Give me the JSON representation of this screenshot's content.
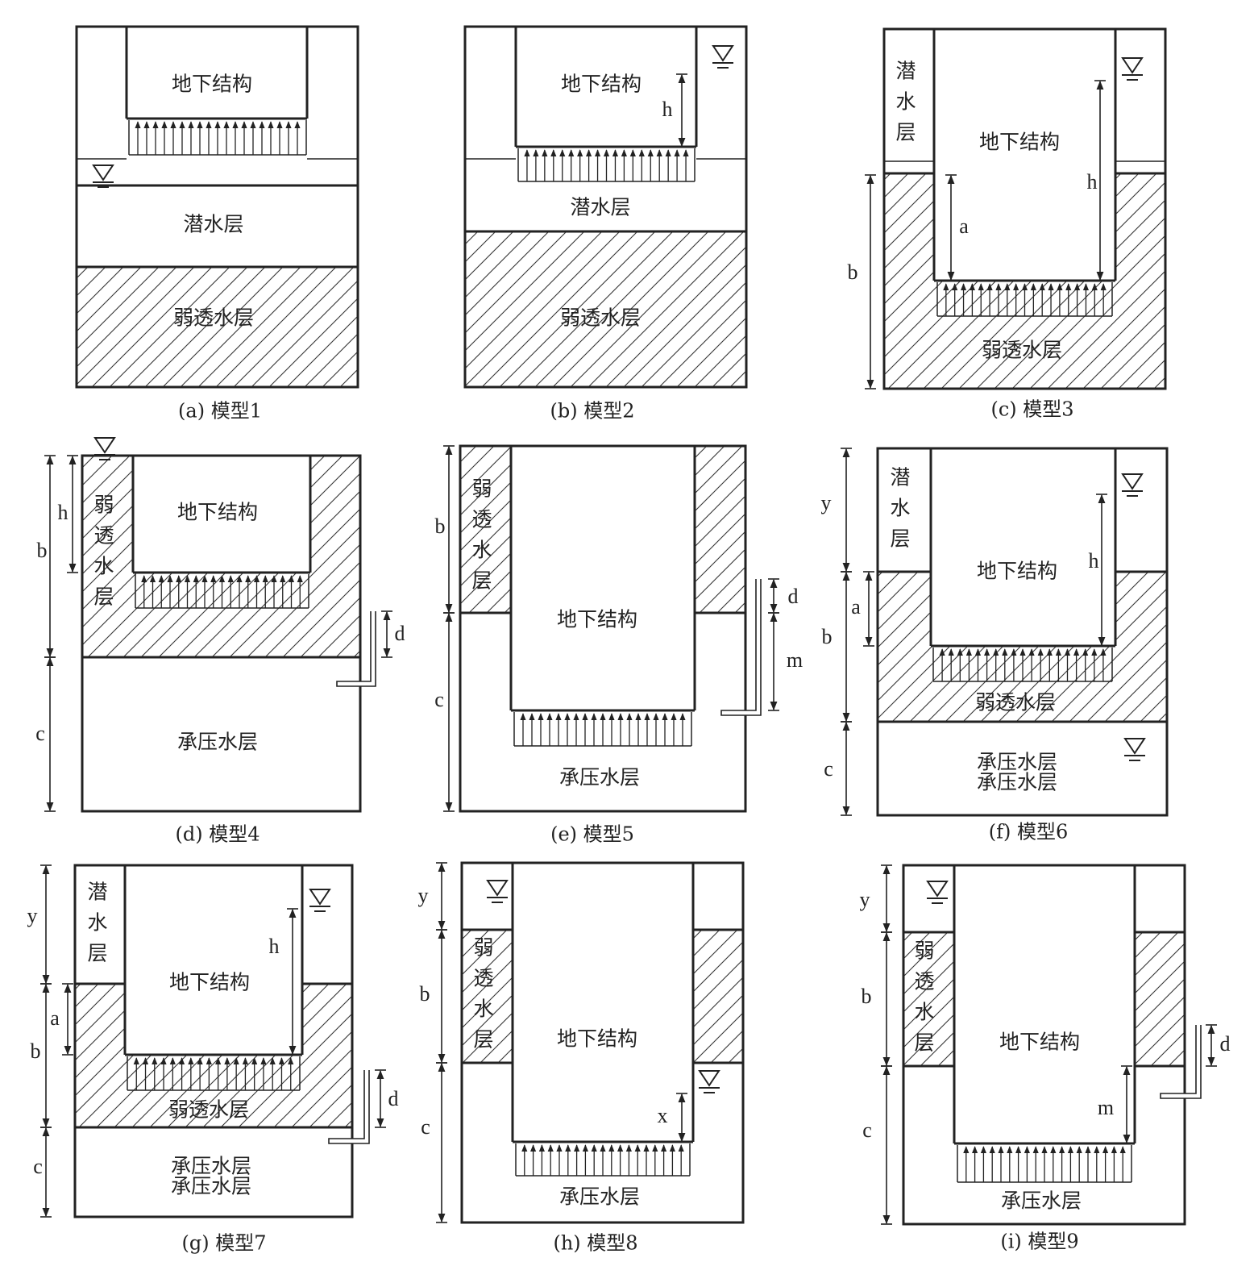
{
  "figure": {
    "panels": [
      {
        "caption": "(a) 模型1",
        "labels": [
          "地下结构",
          "潜水层",
          "弱透水层"
        ],
        "dims": []
      },
      {
        "caption": "(b) 模型2",
        "labels": [
          "地下结构",
          "潜水层",
          "弱透水层"
        ],
        "dims": [
          "h"
        ]
      },
      {
        "caption": "(c) 模型3",
        "labels": [
          "潜水层",
          "地下结构",
          "弱透水层"
        ],
        "dims": [
          "h",
          "a",
          "b"
        ]
      },
      {
        "caption": "(d) 模型4",
        "labels": [
          "弱透水层",
          "地下结构",
          "承压水层"
        ],
        "dims": [
          "h",
          "b",
          "c",
          "d"
        ]
      },
      {
        "caption": "(e) 模型5",
        "labels": [
          "弱透水层",
          "地下结构",
          "承压水层"
        ],
        "dims": [
          "b",
          "c",
          "d",
          "m"
        ]
      },
      {
        "caption": "(f) 模型6",
        "labels": [
          "潜水层",
          "地下结构",
          "弱透水层",
          "承压水层",
          "承压水层"
        ],
        "dims": [
          "h",
          "a",
          "y",
          "b",
          "c"
        ]
      },
      {
        "caption": "(g) 模型7",
        "labels": [
          "潜水层",
          "地下结构",
          "弱透水层",
          "承压水层",
          "承压水层"
        ],
        "dims": [
          "h",
          "a",
          "y",
          "b",
          "c",
          "d"
        ]
      },
      {
        "caption": "(h) 模型8",
        "labels": [
          "弱透水层",
          "地下结构",
          "承压水层"
        ],
        "dims": [
          "x",
          "y",
          "b",
          "c"
        ]
      },
      {
        "caption": "(i) 模型9",
        "labels": [
          "弱透水层",
          "地下结构",
          "承压水层"
        ],
        "dims": [
          "y",
          "b",
          "c",
          "m",
          "d"
        ]
      }
    ]
  }
}
